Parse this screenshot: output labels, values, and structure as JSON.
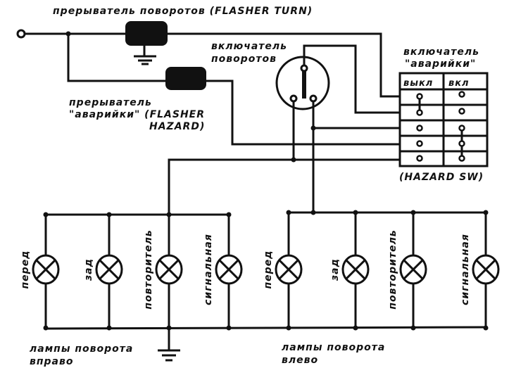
{
  "labels": {
    "flasher_turn": "прерыватель поворотов (FLASHER TURN)",
    "turn_switch_1": "включатель",
    "turn_switch_2": "поворотов",
    "flasher_hazard_1": "прерыватель",
    "flasher_hazard_2": "\"аварийки\"  (FLASHER",
    "flasher_hazard_3": "HAZARD)",
    "hazard_switch_1": "включатель",
    "hazard_switch_2": "\"аварийки\"",
    "hazard_off": "выкл",
    "hazard_on": "вкл",
    "hazard_sw": "(HAZARD SW)",
    "right_lamps_1": "лампы поворота",
    "right_lamps_2": "вправо",
    "left_lamps_1": "лампы поворота",
    "left_lamps_2": "влево"
  },
  "lamps_right": [
    "перед",
    "зад",
    "повторитель",
    "сигнальная"
  ],
  "lamps_left": [
    "перед",
    "зад",
    "повторитель",
    "сигнальная"
  ]
}
